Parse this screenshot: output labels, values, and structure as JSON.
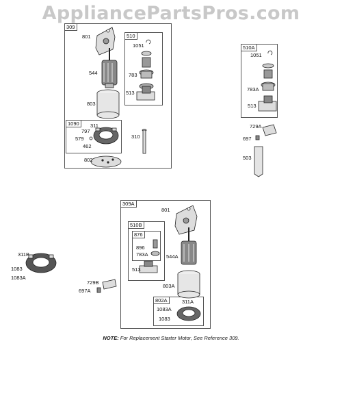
{
  "watermark": "AppliancePartsPros.com",
  "assemblies": {
    "a309": "309",
    "a510": "510",
    "a1090": "1090",
    "a510A": "510A",
    "a309A": "309A",
    "a510B": "510B",
    "a876": "876",
    "a802A": "802A"
  },
  "parts": {
    "p801": "801",
    "p1051": "1051",
    "p544": "544",
    "p783": "783",
    "p513": "513",
    "p803": "803",
    "p797": "797",
    "p311": "311",
    "p579": "579",
    "p462": "462",
    "p310": "310",
    "p802": "802",
    "p1051b": "1051",
    "p783A": "783A",
    "p513b": "513",
    "p729A": "729A",
    "p697": "697",
    "p503": "503",
    "p801b": "801",
    "p896": "896",
    "p783Ab": "783A",
    "p544A": "544A",
    "p513c": "513",
    "p803A": "803A",
    "p311A": "311A",
    "p1083A": "1083A",
    "p1083": "1083",
    "p311B": "311B",
    "p1083b": "1083",
    "p1083Ab": "1083A",
    "p729B": "729B",
    "p697A": "697A"
  },
  "note": {
    "prefix": "NOTE:",
    "text": "For Replacement Starter Motor, See Reference 309."
  }
}
